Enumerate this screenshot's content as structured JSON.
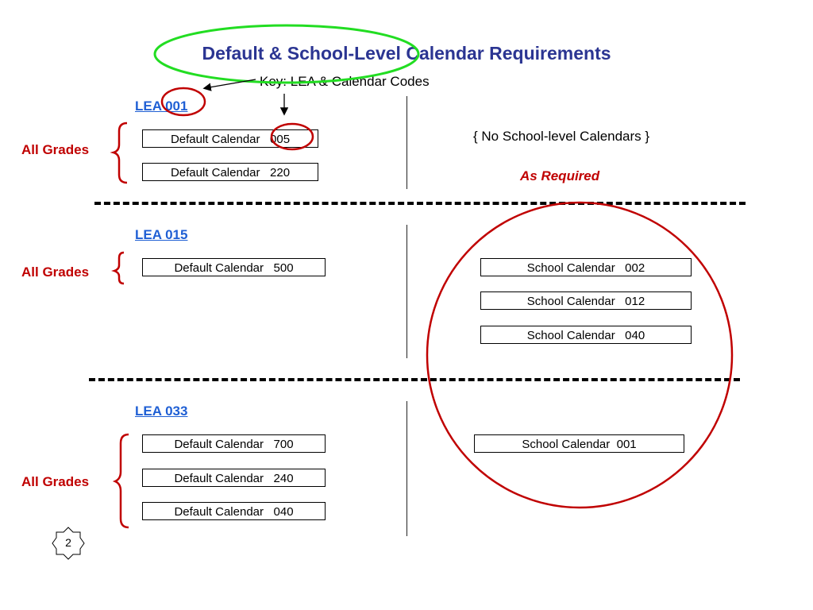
{
  "title": "Default & School-Level Calendar Requirements",
  "key_label": "Key:  LEA & Calendar Codes",
  "sections": [
    {
      "lea": "LEA 001",
      "grades": "All Grades",
      "default_calendars": [
        "Default Calendar   005",
        "Default Calendar   220"
      ],
      "school_note": "{ No School-level Calendars }",
      "school_calendars": []
    },
    {
      "lea": "LEA 015",
      "grades": "All Grades",
      "default_calendars": [
        "Default Calendar   500"
      ],
      "school_calendars": [
        "School Calendar   002",
        "School Calendar   012",
        "School Calendar   040"
      ]
    },
    {
      "lea": "LEA 033",
      "grades": "All Grades",
      "default_calendars": [
        "Default Calendar   700",
        "Default Calendar   240",
        "Default Calendar   040"
      ],
      "school_calendars": [
        "School Calendar  001"
      ]
    }
  ],
  "as_required": "As Required",
  "slide_number": "2",
  "colors": {
    "title": "#2b3592",
    "lea_link": "#1f5fd4",
    "accent_red": "#c00000",
    "highlight_green": "#22dd22"
  }
}
